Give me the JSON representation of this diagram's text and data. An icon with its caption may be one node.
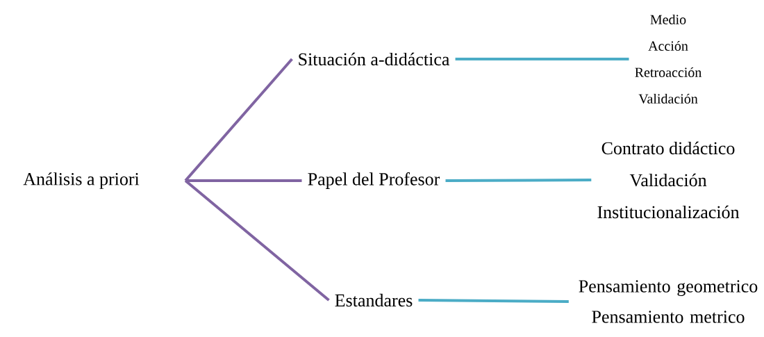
{
  "diagram": {
    "nodes": [
      {
        "text": [
          "Análisis a priori"
        ]
      },
      {
        "text": [
          "Situación a-didáctica"
        ]
      },
      {
        "text": [
          "Papel del Profesor"
        ]
      },
      {
        "text": [
          "Estandares"
        ]
      },
      {
        "text": [
          "Medio",
          "Acción",
          "Retroacción",
          "Validación"
        ]
      },
      {
        "text": [
          "Contrato didáctico",
          "Validación",
          "Institucionalización"
        ]
      },
      {
        "text": [
          "Pensamiento geometrico",
          "Pensamiento metrico"
        ]
      }
    ],
    "edges": [
      {
        "from": 0,
        "to": 1,
        "arrow": "none"
      },
      {
        "from": 0,
        "to": 2,
        "arrow": "none"
      },
      {
        "from": 0,
        "to": 3,
        "arrow": "none"
      },
      {
        "from": 1,
        "to": 4,
        "arrow": "none",
        "color": "#4bacc6"
      },
      {
        "from": 2,
        "to": 5,
        "arrow": "none",
        "color": "#4bacc6"
      },
      {
        "from": 3,
        "to": 6,
        "arrow": "none",
        "color": "#4bacc6"
      }
    ]
  }
}
